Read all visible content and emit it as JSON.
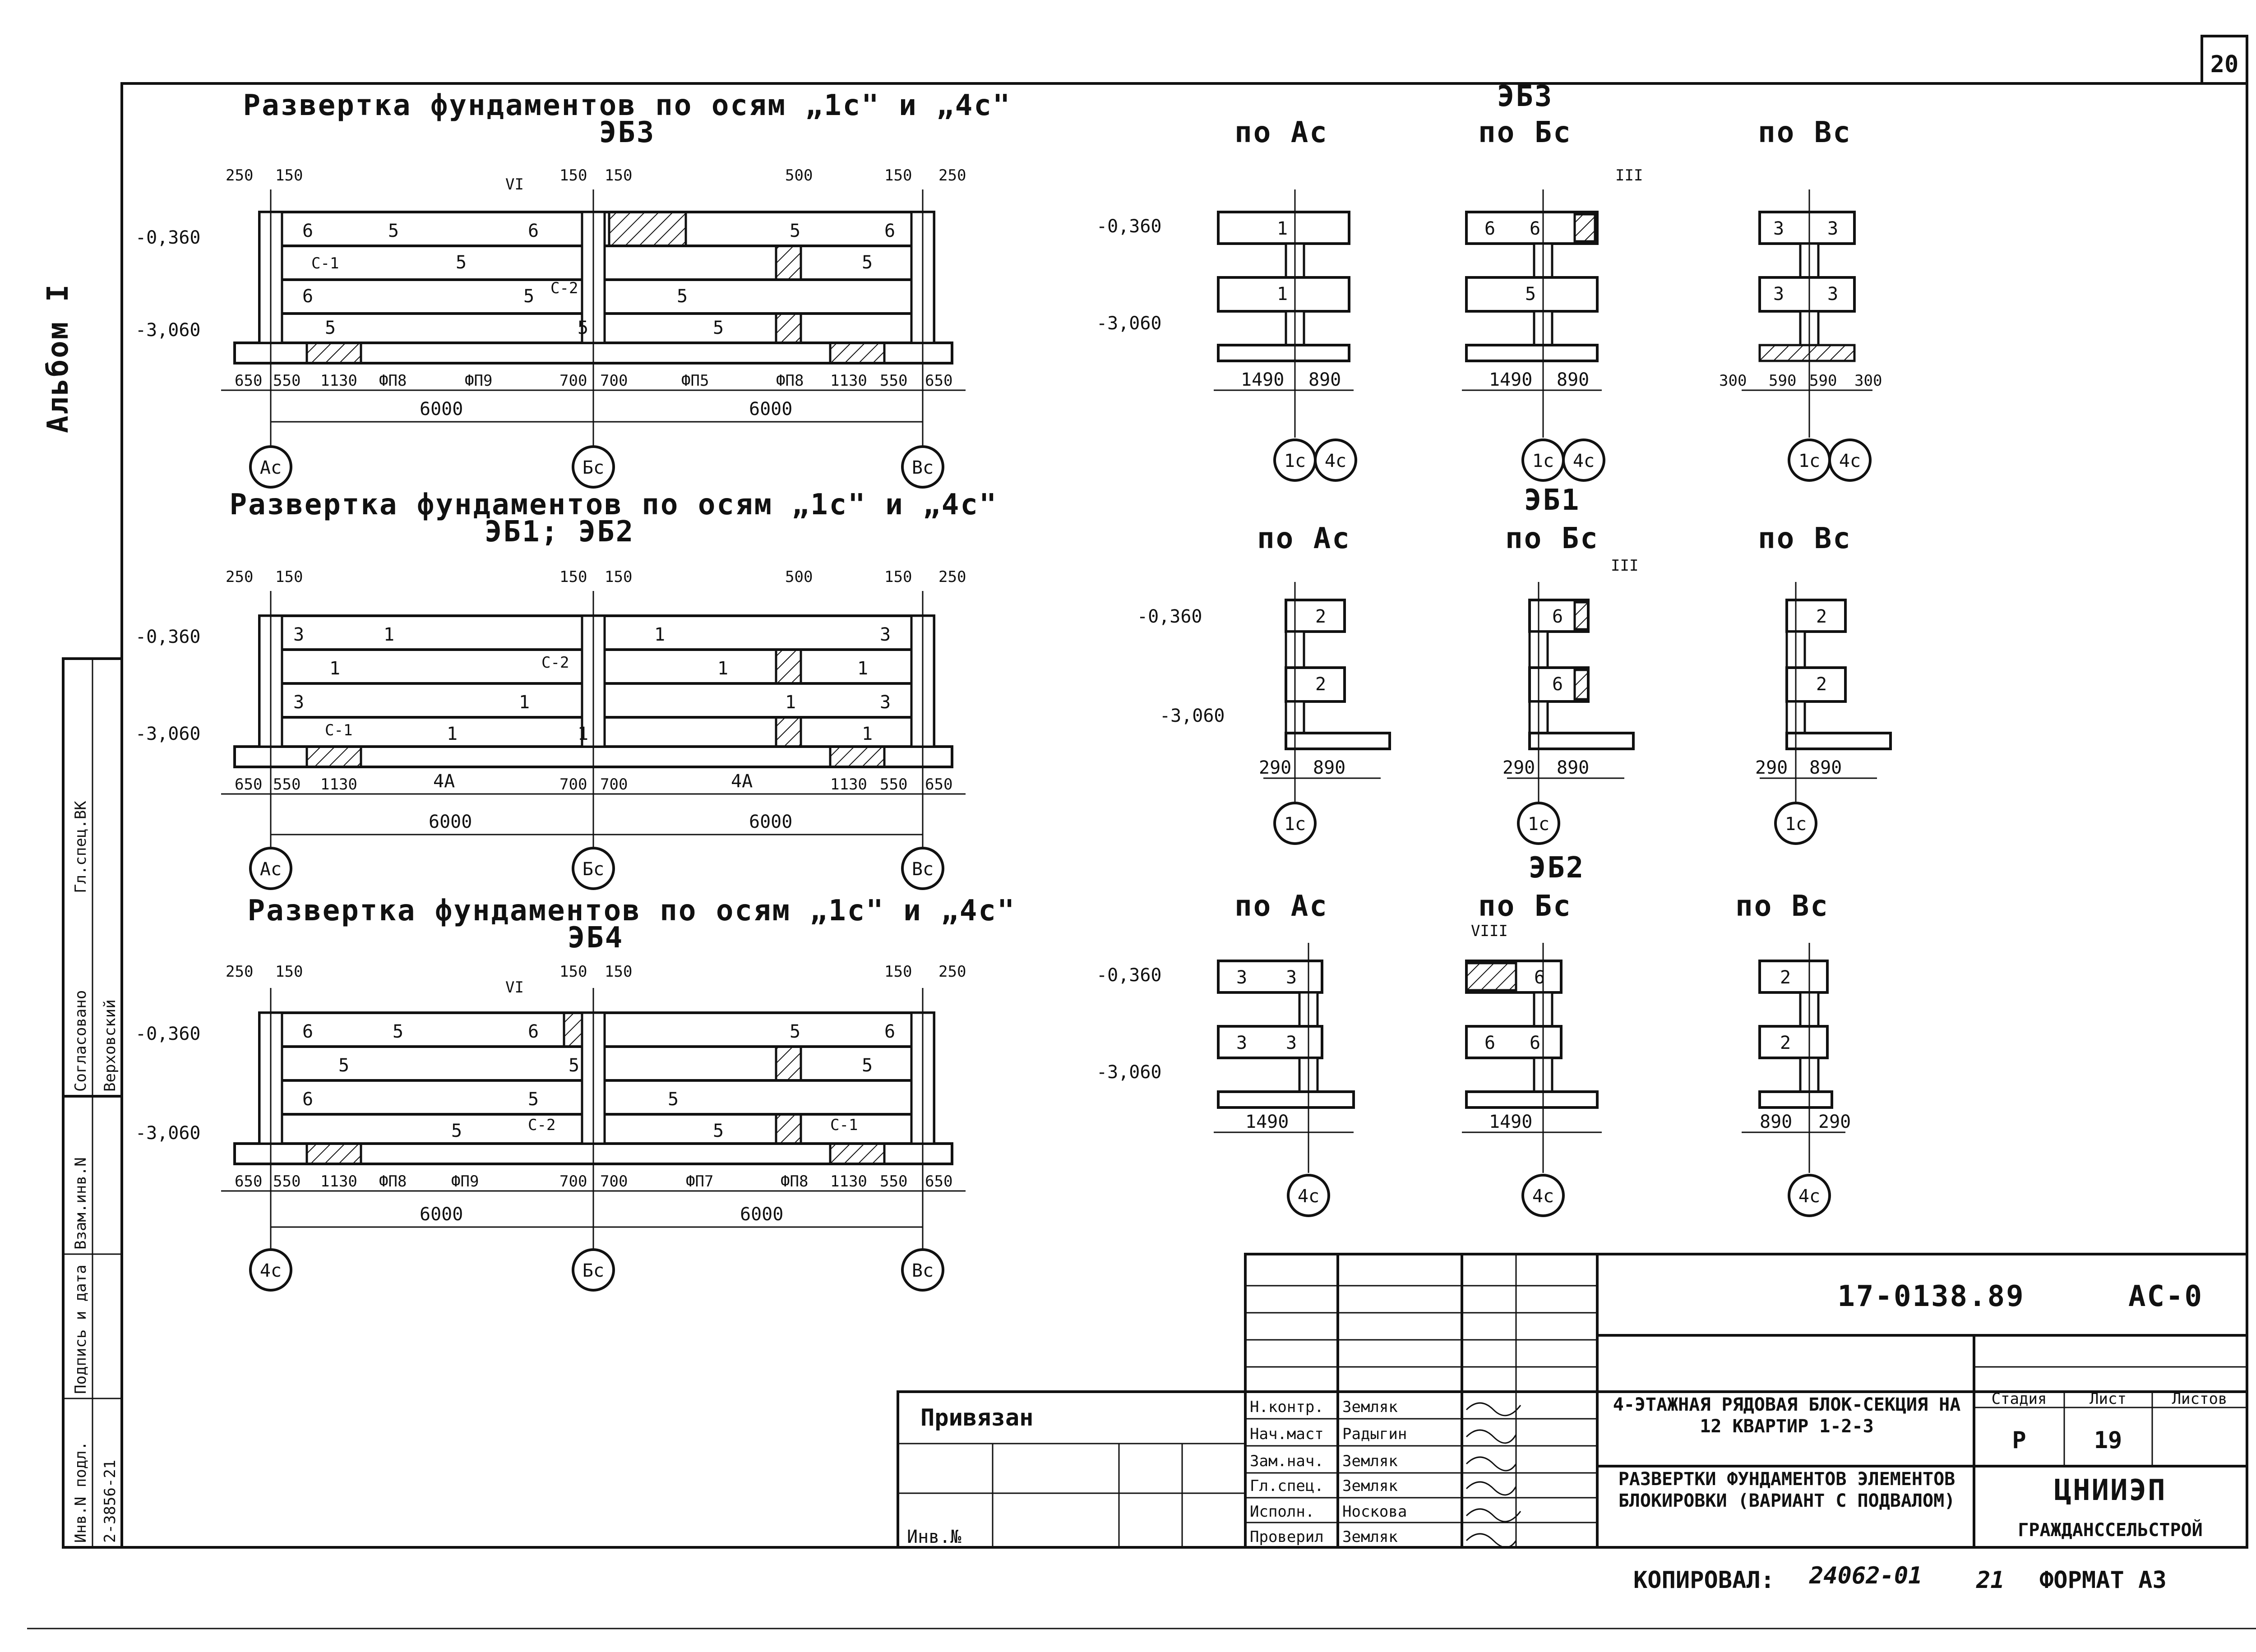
{
  "sheet_number": "20",
  "album_label": "Альбом I",
  "layouts": [
    {
      "title": "Развертка фундаментов по осям „1с\" и „4с\"",
      "subtitle": "ЭБ3",
      "level_top": "-0,360",
      "level_bottom": "-3,060",
      "top_dims": [
        "250",
        "150",
        "VI",
        "150",
        "150",
        "500",
        "150",
        "250"
      ],
      "row1": [
        "6",
        "5",
        "6",
        "5",
        "6"
      ],
      "row2": [
        "С-1",
        "5",
        "С-2",
        "5"
      ],
      "row3": [
        "6",
        "5",
        "5"
      ],
      "row4": [
        "5",
        "5",
        "5"
      ],
      "bottom_labels": [
        "650",
        "550",
        "1130",
        "ФП8",
        "ФП9",
        "700",
        "700",
        "ФП5",
        "ФП8",
        "1130",
        "550",
        "650"
      ],
      "spans": [
        "6000",
        "6000"
      ],
      "axes": [
        "Ас",
        "Бс",
        "Вс"
      ]
    },
    {
      "title": "Развертка фундаментов по осям „1с\" и „4с\"",
      "subtitle": "ЭБ1; ЭБ2",
      "level_top": "-0,360",
      "level_bottom": "-3,060",
      "top_dims": [
        "250",
        "150",
        "150",
        "150",
        "500",
        "150",
        "250"
      ],
      "row1": [
        "3",
        "1",
        "1",
        "3"
      ],
      "row2": [
        "1",
        "С-2",
        "1",
        "1"
      ],
      "row3": [
        "3",
        "1",
        "1",
        "3"
      ],
      "row4": [
        "С-1",
        "1",
        "1",
        "1"
      ],
      "bottom_labels": [
        "650",
        "550",
        "1130",
        "4А",
        "700",
        "700",
        "4А",
        "1130",
        "550",
        "650"
      ],
      "spans": [
        "6000",
        "6000"
      ],
      "axes": [
        "Ас",
        "Бс",
        "Вс"
      ]
    },
    {
      "title": "Развертка фундаментов по осям „1с\" и „4с\"",
      "subtitle": "ЭБ4",
      "level_top": "-0,360",
      "level_bottom": "-3,060",
      "top_dims": [
        "250",
        "150",
        "VI",
        "150",
        "150",
        "150",
        "250"
      ],
      "row1": [
        "6",
        "5",
        "6",
        "5",
        "6"
      ],
      "row2": [
        "5",
        "5",
        "5"
      ],
      "row3": [
        "6",
        "5",
        "5"
      ],
      "row4": [
        "5",
        "С-2",
        "5",
        "С-1"
      ],
      "bottom_labels": [
        "650",
        "550",
        "1130",
        "ФП8",
        "ФП9",
        "700",
        "700",
        "ФП7",
        "ФП8",
        "1130",
        "550",
        "650"
      ],
      "spans": [
        "6000",
        "6000"
      ],
      "axes": [
        "4с",
        "Бс",
        "Вс"
      ]
    }
  ],
  "details": {
    "eb3": {
      "title": "ЭБ3",
      "cols": [
        "по Ас",
        "по Бс",
        "по Вс"
      ],
      "level_top": "-0,360",
      "level_bottom": "-3,060",
      "blocks_a": [
        "1",
        "1"
      ],
      "blocks_b": [
        "6",
        "6",
        "III",
        "5"
      ],
      "blocks_c": [
        "3",
        "3",
        "3",
        "3"
      ],
      "dims_a": [
        "1490",
        "890"
      ],
      "dims_b": [
        "1490",
        "890"
      ],
      "dims_c": [
        "300",
        "590",
        "590",
        "300"
      ],
      "axes_a": [
        "1с",
        "4с"
      ],
      "axes_b": [
        "1с",
        "4с"
      ],
      "axes_c": [
        "1с",
        "4с"
      ]
    },
    "eb1": {
      "title": "ЭБ1",
      "cols": [
        "по Ас",
        "по Бс",
        "по Вс"
      ],
      "level_top": "-0,360",
      "level_bottom": "-3,060",
      "blocks_a": [
        "2",
        "2"
      ],
      "blocks_b": [
        "6",
        "6",
        "III"
      ],
      "blocks_c": [
        "2",
        "2"
      ],
      "dims": [
        "290",
        "890"
      ],
      "axis": "1с"
    },
    "eb2": {
      "title": "ЭБ2",
      "cols": [
        "по Ас",
        "по Бс",
        "по Вс"
      ],
      "level_top": "-0,360",
      "level_bottom": "-3,060",
      "blocks_a": [
        "3",
        "3",
        "3",
        "3"
      ],
      "blocks_b": [
        "VIII",
        "6",
        "6",
        "6"
      ],
      "blocks_c": [
        "2",
        "2"
      ],
      "dims_a": [
        "1490"
      ],
      "dims_b": [
        "1490"
      ],
      "dims_c": [
        "890",
        "290"
      ],
      "axis": "4с"
    }
  },
  "stamp": {
    "left_column": [
      "Согласовано",
      "Гл.спец.ВК",
      "Верховский"
    ],
    "left_bottom": [
      "Инв.N подл.",
      "Подпись и дата",
      "Взам.инв.N",
      "2-3856-21"
    ],
    "privyazan": "Привязан",
    "inv_no": "Инв.№",
    "roles": [
      "Н.контр.",
      "Нач.маст",
      "Зам.нач.",
      "Гл.спец.",
      "Исполн.",
      "Проверил"
    ],
    "names": [
      "Земляк",
      "Радыгин",
      "Земляк",
      "Земляк",
      "Носкова",
      "Земляк"
    ],
    "doc_code": "17-0138.89",
    "doc_section": "АС-0",
    "project_title": "4-этажная рядовая блок-секция на 12 квартир 1-2-3",
    "sheet_title": "Развертки фундаментов элементов блокировки (вариант с подвалом)",
    "stage_label": "Стадия",
    "sheet_label": "Лист",
    "sheets_label": "Листов",
    "stage": "Р",
    "sheet": "19",
    "org_1": "ЦНИИЭП",
    "org_2": "гражданссельстрой",
    "copied": "Копировал:",
    "copy_code": "24062-01",
    "copy_no": "21",
    "format": "Формат А3"
  }
}
